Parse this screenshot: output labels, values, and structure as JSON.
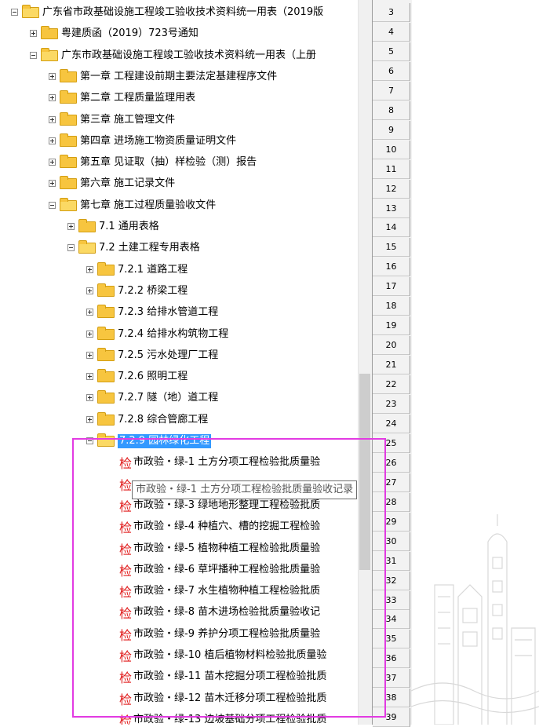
{
  "tree": {
    "rows": [
      {
        "label": "广东省市政基础设施工程竣工验收技术资料统一用表（2019版",
        "level": 0,
        "type": "folder",
        "expanded": true
      },
      {
        "label": "粤建质函（2019）723号通知",
        "level": 1,
        "type": "folder",
        "expanded": false
      },
      {
        "label": "广东市政基础设施工程竣工验收技术资料统一用表（上册",
        "level": 1,
        "type": "folder",
        "expanded": true
      },
      {
        "label": "第一章  工程建设前期主要法定基建程序文件",
        "level": 2,
        "type": "folder",
        "expanded": false
      },
      {
        "label": "第二章  工程质量监理用表",
        "level": 2,
        "type": "folder",
        "expanded": false
      },
      {
        "label": "第三章  施工管理文件",
        "level": 2,
        "type": "folder",
        "expanded": false
      },
      {
        "label": "第四章  进场施工物资质量证明文件",
        "level": 2,
        "type": "folder",
        "expanded": false
      },
      {
        "label": "第五章  见证取（抽）样检验（测）报告",
        "level": 2,
        "type": "folder",
        "expanded": false
      },
      {
        "label": "第六章  施工记录文件",
        "level": 2,
        "type": "folder",
        "expanded": false
      },
      {
        "label": "第七章  施工过程质量验收文件",
        "level": 2,
        "type": "folder",
        "expanded": true
      },
      {
        "label": "7.1  通用表格",
        "level": 3,
        "type": "folder",
        "expanded": false
      },
      {
        "label": "7.2  土建工程专用表格",
        "level": 3,
        "type": "folder",
        "expanded": true
      },
      {
        "label": "7.2.1  道路工程",
        "level": 4,
        "type": "folder",
        "expanded": false
      },
      {
        "label": "7.2.2  桥梁工程",
        "level": 4,
        "type": "folder",
        "expanded": false
      },
      {
        "label": "7.2.3  给排水管道工程",
        "level": 4,
        "type": "folder",
        "expanded": false
      },
      {
        "label": "7.2.4  给排水构筑物工程",
        "level": 4,
        "type": "folder",
        "expanded": false
      },
      {
        "label": "7.2.5  污水处理厂工程",
        "level": 4,
        "type": "folder",
        "expanded": false
      },
      {
        "label": "7.2.6  照明工程",
        "level": 4,
        "type": "folder",
        "expanded": false
      },
      {
        "label": "7.2.7  隧（地）道工程",
        "level": 4,
        "type": "folder",
        "expanded": false
      },
      {
        "label": "7.2.8  综合管廊工程",
        "level": 4,
        "type": "folder",
        "expanded": false
      },
      {
        "label": "7.2.9  园林绿化工程",
        "level": 4,
        "type": "folder",
        "expanded": true,
        "selected": true
      },
      {
        "label": "市政验・绿-1  土方分项工程检验批质量验",
        "level": 5,
        "type": "form"
      },
      {
        "label": "",
        "level": 5,
        "type": "form"
      },
      {
        "label": "市政验・绿-3  绿地地形整理工程检验批质",
        "level": 5,
        "type": "form"
      },
      {
        "label": "市政验・绿-4  种植穴、槽的挖掘工程检验",
        "level": 5,
        "type": "form"
      },
      {
        "label": "市政验・绿-5  植物种植工程检验批质量验",
        "level": 5,
        "type": "form"
      },
      {
        "label": "市政验・绿-6  草坪播种工程检验批质量验",
        "level": 5,
        "type": "form"
      },
      {
        "label": "市政验・绿-7  水生植物种植工程检验批质",
        "level": 5,
        "type": "form"
      },
      {
        "label": "市政验・绿-8  苗木进场检验批质量验收记",
        "level": 5,
        "type": "form"
      },
      {
        "label": "市政验・绿-9  养护分项工程检验批质量验",
        "level": 5,
        "type": "form"
      },
      {
        "label": "市政验・绿-10  植后植物材料检验批质量验",
        "level": 5,
        "type": "form"
      },
      {
        "label": "市政验・绿-11  苗木挖掘分项工程检验批质",
        "level": 5,
        "type": "form"
      },
      {
        "label": "市政验・绿-12  苗木迁移分项工程检验批质",
        "level": 5,
        "type": "form"
      },
      {
        "label": "市政验・绿-13  边坡基础分项工程检验批质",
        "level": 5,
        "type": "form"
      }
    ],
    "form_icon_glyph": "检",
    "tooltip": "市政验・绿-1  土方分项工程检验批质量验收记录"
  },
  "row_numbers": [
    "3",
    "4",
    "5",
    "6",
    "7",
    "8",
    "9",
    "10",
    "11",
    "12",
    "13",
    "14",
    "15",
    "16",
    "17",
    "18",
    "19",
    "20",
    "21",
    "22",
    "23",
    "24",
    "25",
    "26",
    "27",
    "28",
    "29",
    "30",
    "31",
    "32",
    "33",
    "34",
    "35",
    "36",
    "37",
    "38",
    "39"
  ],
  "colors": {
    "selection": "#3399ff",
    "highlight_box": "#e23be2",
    "folder": "#f7c53f",
    "form_icon": "#e01818"
  }
}
